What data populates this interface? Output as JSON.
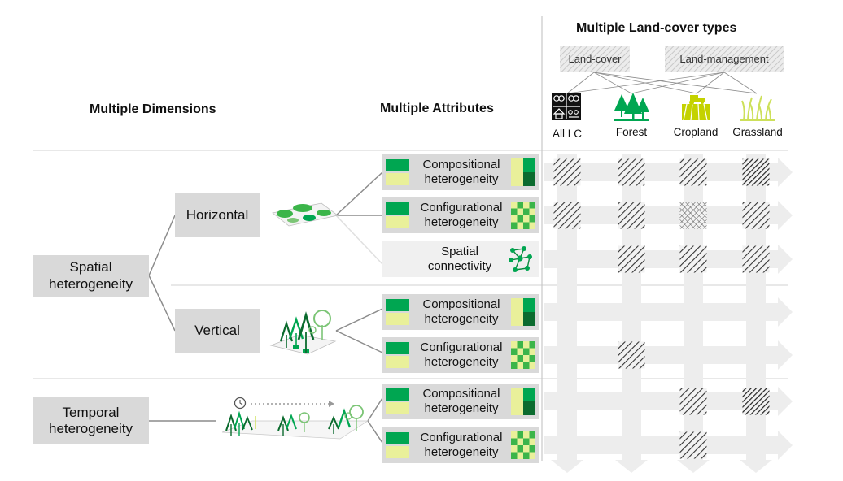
{
  "headings": {
    "dimensions": "Multiple Dimensions",
    "attributes": "Multiple Attributes",
    "landcover": "Multiple Land-cover types"
  },
  "tags": {
    "landcover": "Land-cover",
    "landmanagement": "Land-management"
  },
  "landcover_types": [
    {
      "label": "All LC",
      "icon": "all-lc-icon"
    },
    {
      "label": "Forest",
      "icon": "forest-icon"
    },
    {
      "label": "Cropland",
      "icon": "cropland-icon"
    },
    {
      "label": "Grassland",
      "icon": "grassland-icon"
    }
  ],
  "dimensions": {
    "spatial": "Spatial heterogeneity",
    "temporal": "Temporal heterogeneity",
    "horizontal": "Horizontal",
    "vertical": "Vertical"
  },
  "attributes": [
    {
      "line1": "Compositional",
      "line2": "heterogeneity",
      "kind": "compositional"
    },
    {
      "line1": "Configurational",
      "line2": "heterogeneity",
      "kind": "configurational"
    },
    {
      "line1": "Spatial",
      "line2": "connectivity",
      "kind": "connectivity"
    },
    {
      "line1": "Compositional",
      "line2": "heterogeneity",
      "kind": "compositional"
    },
    {
      "line1": "Configurational",
      "line2": "heterogeneity",
      "kind": "configurational"
    },
    {
      "line1": "Compositional",
      "line2": "heterogeneity",
      "kind": "compositional"
    },
    {
      "line1": "Configurational",
      "line2": "heterogeneity",
      "kind": "configurational"
    }
  ],
  "matrix": [
    [
      "hatch",
      "hatch",
      "hatch",
      "hatch-dense"
    ],
    [
      "hatch",
      "hatch",
      "crosshatch",
      "hatch"
    ],
    [
      "",
      "hatch",
      "hatch",
      "hatch"
    ],
    [
      "",
      "",
      "",
      ""
    ],
    [
      "",
      "hatch",
      "",
      ""
    ],
    [
      "",
      "",
      "hatch",
      "hatch-dense"
    ],
    [
      "",
      "",
      "hatch",
      ""
    ]
  ],
  "colors": {
    "dark_green": "#00a651",
    "light_yellow": "#e9f09a",
    "mid_green": "#3cb54a",
    "darkest_green": "#0b6b2e",
    "box_gray": "#d9d9d9",
    "arrow_gray": "#ededed",
    "cropland_yellow": "#c4d200",
    "grassland_yellow": "#cde05a"
  }
}
